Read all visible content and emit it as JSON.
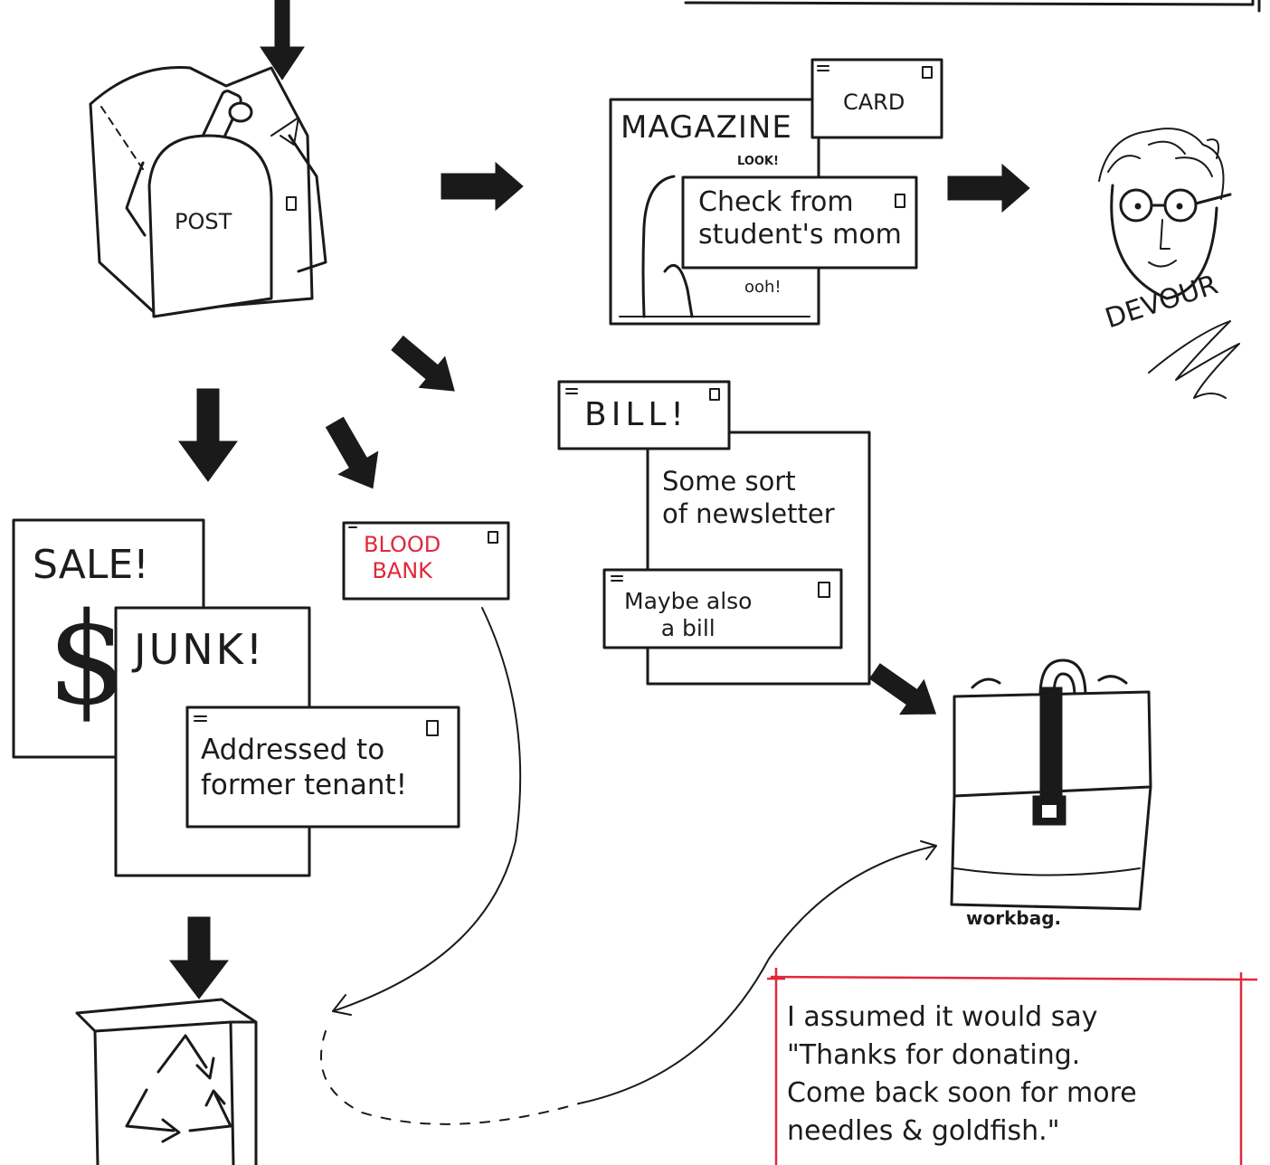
{
  "labels": {
    "post": "POST",
    "magazine": "MAGAZINE",
    "look": "LOOK!",
    "card": "CARD",
    "check": "Check from\nstudent's mom",
    "ooh": "ooh!",
    "devour": "DEVOUR",
    "bill": "BILL!",
    "newsletter": "Some sort\nof newsletter",
    "maybe_bill": "Maybe also\na bill",
    "sale": "SALE!",
    "dollar": "$",
    "junk": "JUNK!",
    "former_tenant": "Addressed to\nformer tenant!",
    "blood_bank": "BLOOD\nBANK",
    "workbag": "workbag.",
    "note": "I assumed it would say\n\"Thanks for donating.\nCome back soon for more\nneedles & goldfish.\""
  },
  "colors": {
    "ink": "#1a1a1a",
    "red": "#e0283a"
  }
}
